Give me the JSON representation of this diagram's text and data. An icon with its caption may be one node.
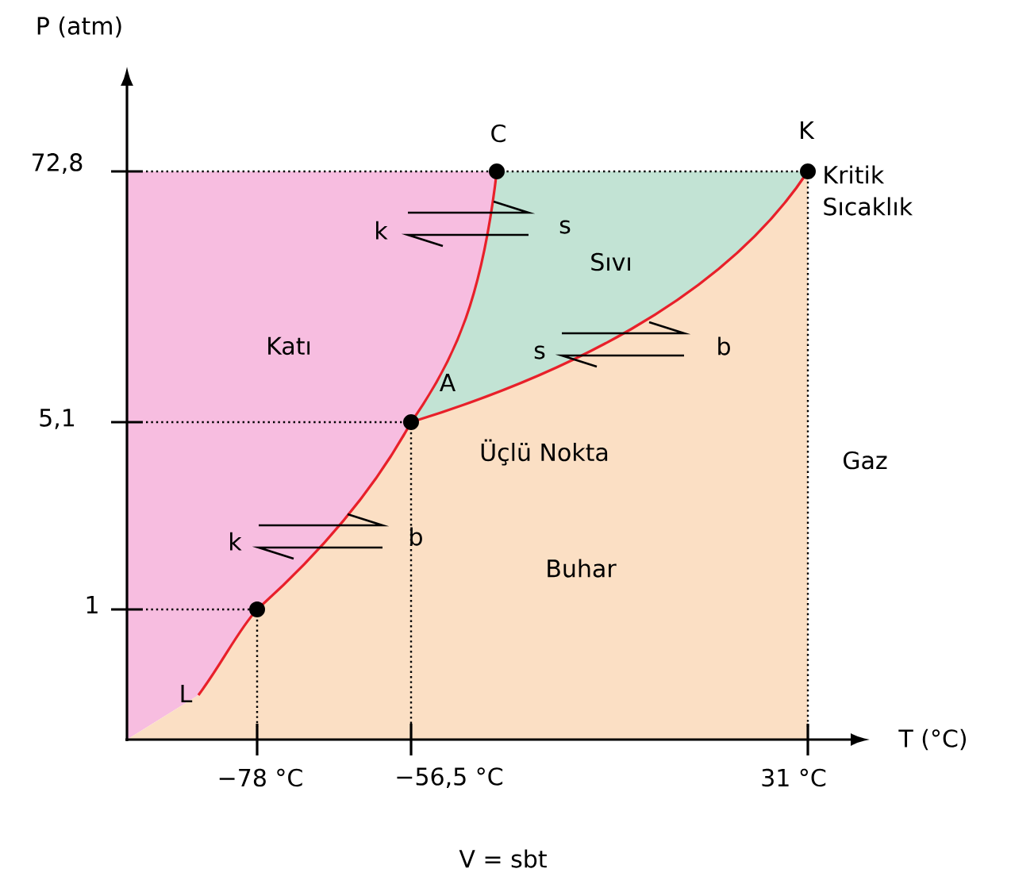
{
  "diagram": {
    "labels": [
      "P (atm)",
      "C",
      "K",
      "72,8",
      "Kritik Sıcaklık",
      "k",
      "s",
      "Sıvı",
      "Katı",
      "s",
      "b",
      "A",
      "5,1",
      "Üçlü Nokta",
      "Gaz",
      "k",
      "b",
      "Buhar",
      "1",
      "L",
      "T (°C)",
      "−78 °C",
      "−56,5 °C",
      "31 °C",
      "V = sbt"
    ]
  }
}
